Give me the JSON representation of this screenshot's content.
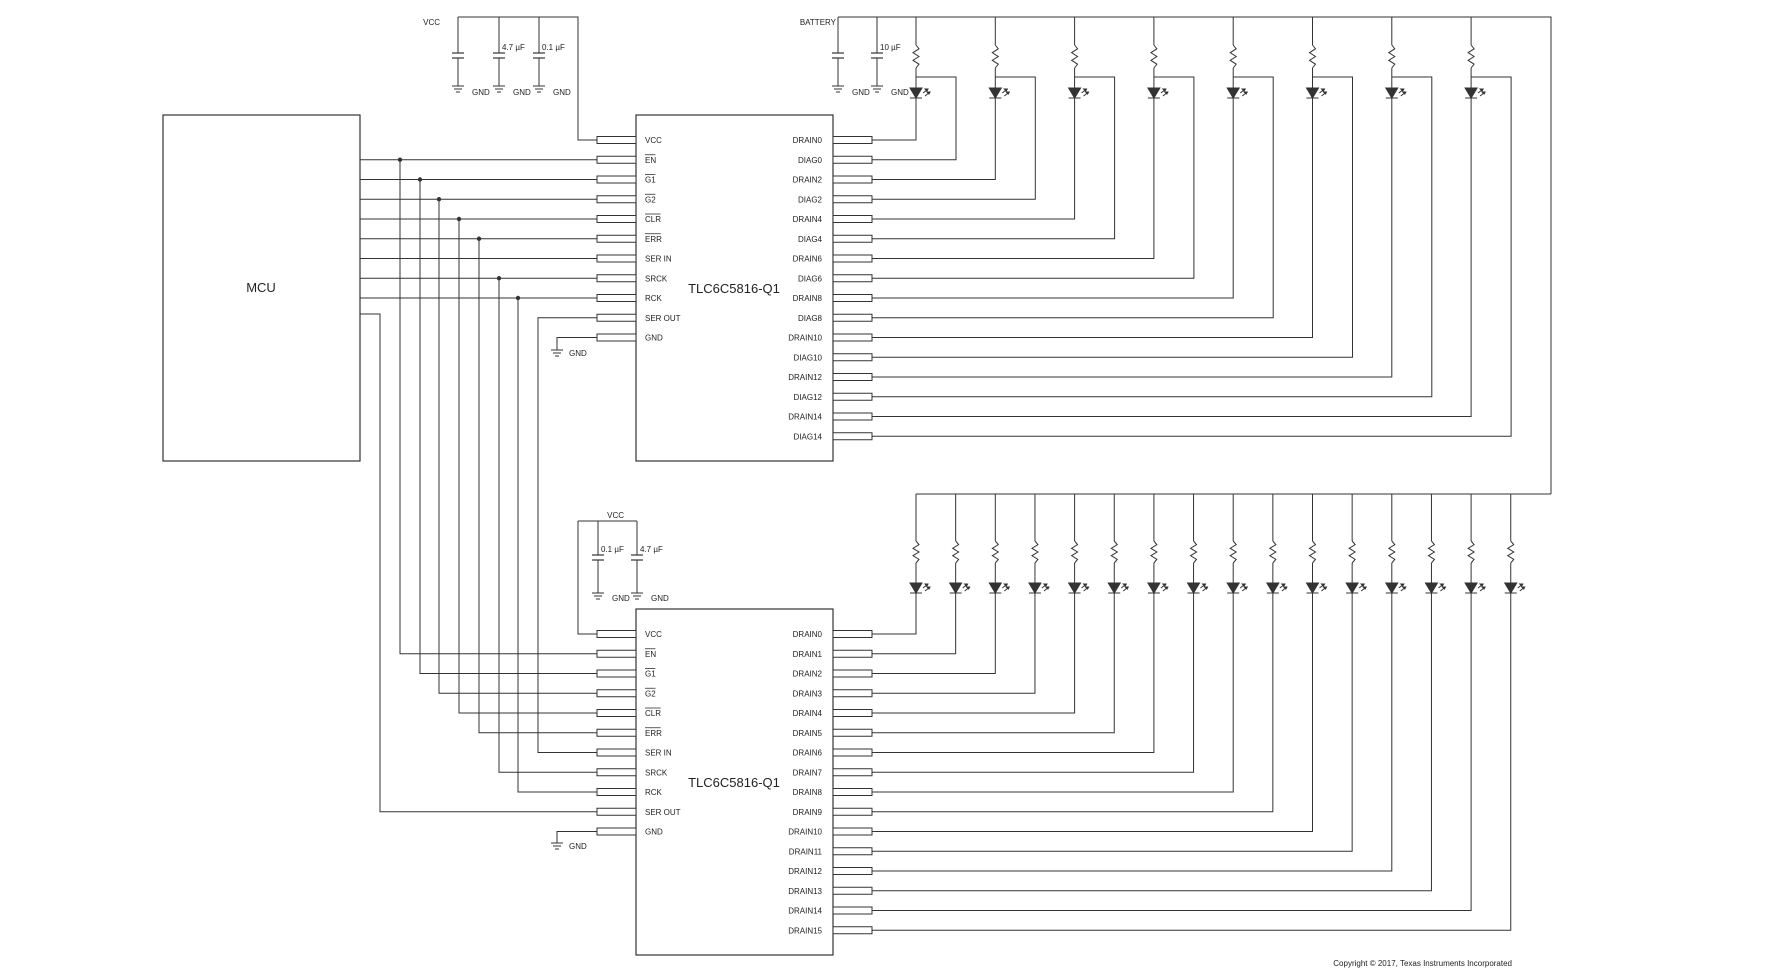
{
  "labels": {
    "vcc": "VCC",
    "battery": "BATTERY",
    "gnd": "GND",
    "cap_4p7": "4.7 µF",
    "cap_0p1": "0.1 µF",
    "cap_10": "10 µF",
    "mcu": "MCU",
    "copyright": "Copyright © 2017, Texas Instruments Incorporated"
  },
  "ic1": {
    "name": "TLC6C5816-Q1",
    "left_pins": [
      {
        "label": "VCC",
        "over": false
      },
      {
        "label": "EN",
        "over": true
      },
      {
        "label": "G1",
        "over": true
      },
      {
        "label": "G2",
        "over": true
      },
      {
        "label": "CLR",
        "over": true
      },
      {
        "label": "ERR",
        "over": true
      },
      {
        "label": "SER IN",
        "over": false
      },
      {
        "label": "SRCK",
        "over": false
      },
      {
        "label": "RCK",
        "over": false
      },
      {
        "label": "SER OUT",
        "over": false
      },
      {
        "label": "GND",
        "over": false
      }
    ],
    "right_pins": [
      "DRAIN0",
      "DIAG0",
      "DRAIN2",
      "DIAG2",
      "DRAIN4",
      "DIAG4",
      "DRAIN6",
      "DIAG6",
      "DRAIN8",
      "DIAG8",
      "DRAIN10",
      "DIAG10",
      "DRAIN12",
      "DIAG12",
      "DRAIN14",
      "DIAG14"
    ]
  },
  "ic2": {
    "name": "TLC6C5816-Q1",
    "left_pins": [
      {
        "label": "VCC",
        "over": false
      },
      {
        "label": "EN",
        "over": true
      },
      {
        "label": "G1",
        "over": true
      },
      {
        "label": "G2",
        "over": true
      },
      {
        "label": "CLR",
        "over": true
      },
      {
        "label": "ERR",
        "over": true
      },
      {
        "label": "SER IN",
        "over": false
      },
      {
        "label": "SRCK",
        "over": false
      },
      {
        "label": "RCK",
        "over": false
      },
      {
        "label": "SER OUT",
        "over": false
      },
      {
        "label": "GND",
        "over": false
      }
    ],
    "right_pins": [
      "DRAIN0",
      "DRAIN1",
      "DRAIN2",
      "DRAIN3",
      "DRAIN4",
      "DRAIN5",
      "DRAIN6",
      "DRAIN7",
      "DRAIN8",
      "DRAIN9",
      "DRAIN10",
      "DRAIN11",
      "DRAIN12",
      "DRAIN13",
      "DRAIN14",
      "DRAIN15"
    ]
  },
  "led_rows": {
    "top_count": 8,
    "bottom_count": 16
  }
}
